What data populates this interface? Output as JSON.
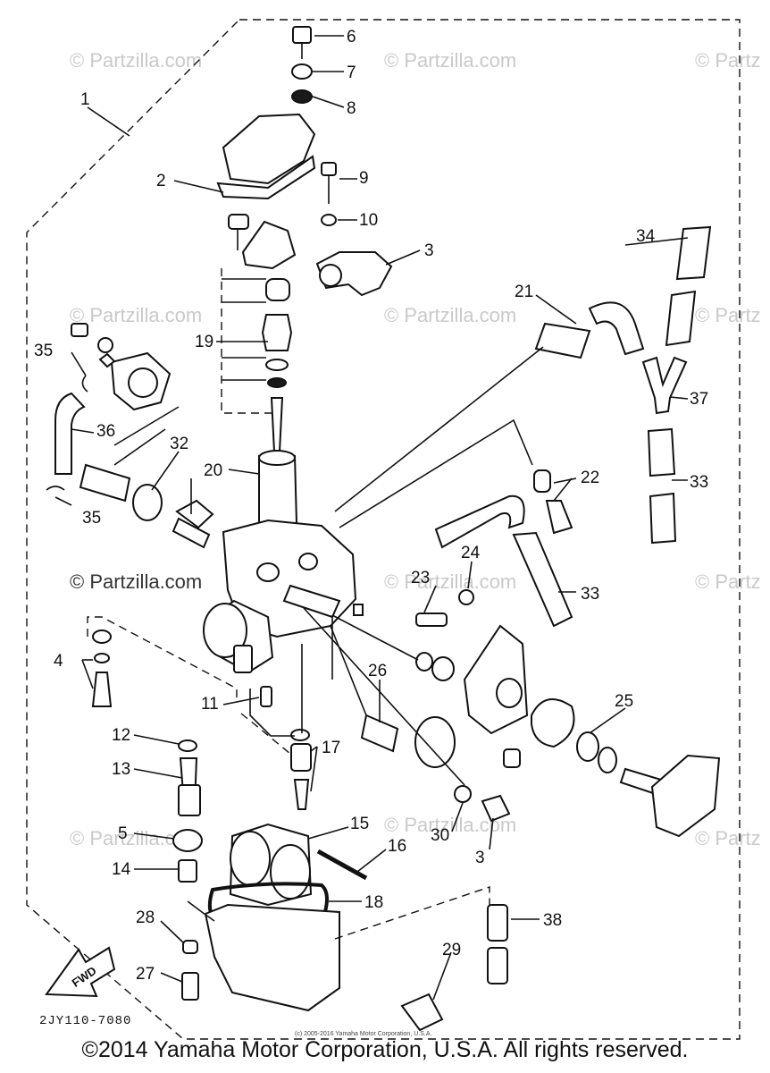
{
  "watermarks": [
    {
      "text": "© Partzilla.com"
    },
    {
      "text": "© Partzilla.com"
    },
    {
      "text": "© Partz"
    },
    {
      "text": "© Partzilla.com"
    },
    {
      "text": "© Partzilla.com"
    },
    {
      "text": "© Partz"
    },
    {
      "text": "© Partzilla.com"
    },
    {
      "text": "© Partzilla.com"
    },
    {
      "text": "© Partz"
    },
    {
      "text": "© Partzilla.com"
    },
    {
      "text": "© Partzilla.com"
    },
    {
      "text": "© Partz"
    }
  ],
  "callouts": [
    "1",
    "2",
    "3",
    "3",
    "4",
    "5",
    "6",
    "7",
    "8",
    "9",
    "10",
    "11",
    "12",
    "13",
    "14",
    "15",
    "16",
    "17",
    "18",
    "19",
    "20",
    "21",
    "22",
    "23",
    "24",
    "25",
    "26",
    "27",
    "28",
    "29",
    "30",
    "32",
    "33",
    "33",
    "34",
    "35",
    "35",
    "36",
    "37",
    "38"
  ],
  "fwd_label": "FWD",
  "diagram_code": "2JY110-7080",
  "small_copyright": "(c) 2005-2016 Yamaha Motor Corporation, U.S.A.",
  "footer_copyright": "©2014 Yamaha Motor Corporation, U.S.A. All rights reserved."
}
